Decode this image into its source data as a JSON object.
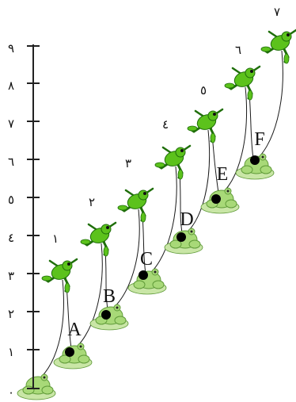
{
  "axis": {
    "tick_labels": [
      "٠",
      "١",
      "٢",
      "٣",
      "٤",
      "٥",
      "٦",
      "٧",
      "٨",
      "٩"
    ]
  },
  "steps": [
    {
      "number": "١",
      "point": "A"
    },
    {
      "number": "٢",
      "point": "B"
    },
    {
      "number": "٣",
      "point": "C"
    },
    {
      "number": "٤",
      "point": "D"
    },
    {
      "number": "٥",
      "point": "E"
    },
    {
      "number": "٦",
      "point": "F"
    },
    {
      "number": "٧",
      "point": ""
    }
  ],
  "colors": {
    "axis": "#222222",
    "jumping_frog": "#5cc21c",
    "jumping_frog_dark": "#1f6e0a",
    "sitting_frog": "#a8d978",
    "sitting_frog_dark": "#5f9a38",
    "lily_pad": "#c9e6a6",
    "point": "#000000",
    "thread": "#1a1a1a"
  },
  "icons": [
    "jumping-frog-icon",
    "sitting-frog-icon",
    "lily-pad-icon"
  ]
}
